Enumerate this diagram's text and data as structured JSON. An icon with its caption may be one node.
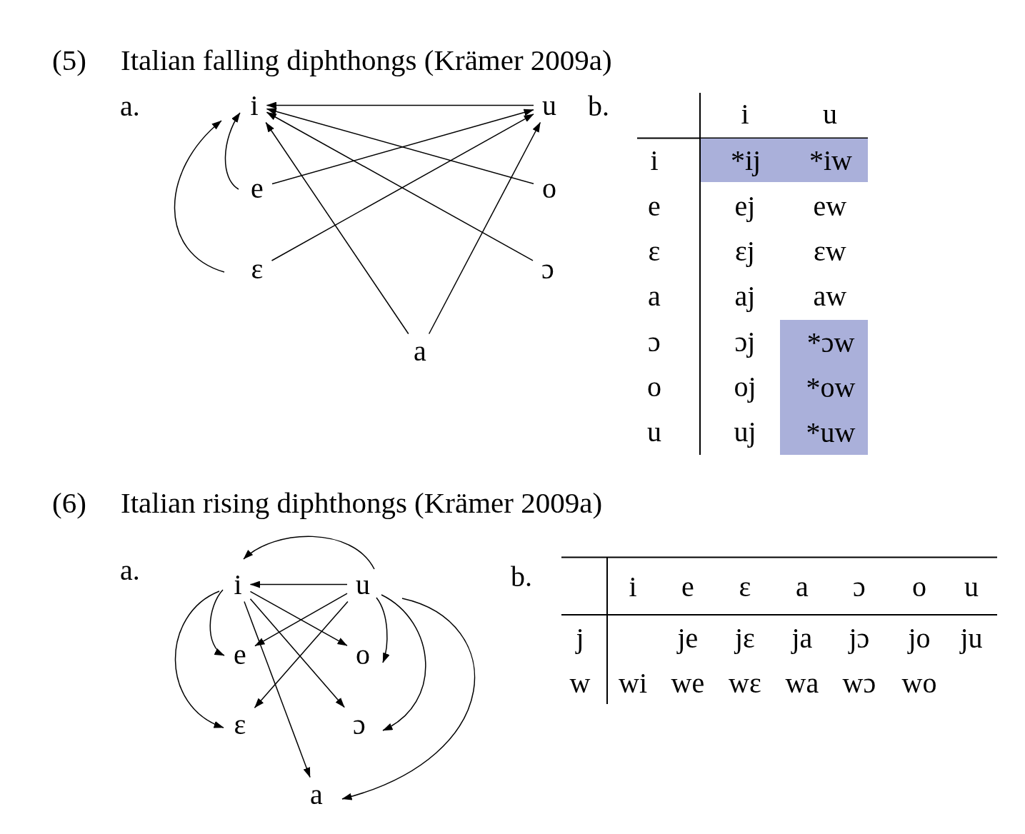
{
  "diagram": {
    "nodes": [
      {
        "text": [
          "i"
        ]
      },
      {
        "text": [
          "u"
        ]
      },
      {
        "text": [
          "e"
        ]
      },
      {
        "text": [
          "o"
        ]
      },
      {
        "text": [
          "ɛ"
        ]
      },
      {
        "text": [
          "ɔ"
        ]
      },
      {
        "text": [
          "a"
        ]
      },
      {
        "text": [
          "i"
        ]
      },
      {
        "text": [
          "u"
        ]
      },
      {
        "text": [
          "e"
        ]
      },
      {
        "text": [
          "o"
        ]
      },
      {
        "text": [
          "ɛ"
        ]
      },
      {
        "text": [
          "ɔ"
        ]
      },
      {
        "text": [
          "a"
        ]
      }
    ],
    "edges": [
      {
        "from": 1,
        "to": 0,
        "arrow": "to"
      },
      {
        "from": 2,
        "to": 0,
        "arrow": "to"
      },
      {
        "from": 4,
        "to": 0,
        "arrow": "to"
      },
      {
        "from": 2,
        "to": 1,
        "arrow": "to"
      },
      {
        "from": 3,
        "to": 0,
        "arrow": "to"
      },
      {
        "from": 4,
        "to": 1,
        "arrow": "to"
      },
      {
        "from": 5,
        "to": 0,
        "arrow": "to"
      },
      {
        "from": 6,
        "to": 0,
        "arrow": "to"
      },
      {
        "from": 6,
        "to": 1,
        "arrow": "to"
      },
      {
        "from": 8,
        "to": 7,
        "arrow": "to"
      },
      {
        "from": 8,
        "to": 7,
        "arrow": "to"
      },
      {
        "from": 7,
        "to": 9,
        "arrow": "to"
      },
      {
        "from": 7,
        "to": 11,
        "arrow": "to"
      },
      {
        "from": 7,
        "to": 10,
        "arrow": "to"
      },
      {
        "from": 7,
        "to": 12,
        "arrow": "to"
      },
      {
        "from": 7,
        "to": 13,
        "arrow": "to"
      },
      {
        "from": 8,
        "to": 9,
        "arrow": "to"
      },
      {
        "from": 8,
        "to": 11,
        "arrow": "to"
      },
      {
        "from": 8,
        "to": 10,
        "arrow": "to"
      },
      {
        "from": 8,
        "to": 12,
        "arrow": "to"
      },
      {
        "from": 8,
        "to": 13,
        "arrow": "to"
      }
    ],
    "labels": [
      "(5)",
      "Italian falling diphthongs (Krämer 2009a)",
      "a.",
      "b.",
      "i",
      "u",
      "i",
      "*ij",
      "*iw",
      "e",
      "ej",
      "ew",
      "ɛ",
      "ɛj",
      "ɛw",
      "a",
      "aj",
      "aw",
      "ɔ",
      "ɔj",
      "*ɔw",
      "o",
      "oj",
      "*ow",
      "u",
      "uj",
      "*uw",
      "(6)",
      "Italian rising diphthongs (Krämer 2009a)",
      "a.",
      "b.",
      "i",
      "e",
      "ɛ",
      "a",
      "ɔ",
      "o",
      "u",
      "j",
      "je",
      "jɛ",
      "ja",
      "jɔ",
      "jo",
      "ju",
      "w",
      "wi",
      "we",
      "wɛ",
      "wa",
      "wɔ",
      "wo"
    ]
  }
}
